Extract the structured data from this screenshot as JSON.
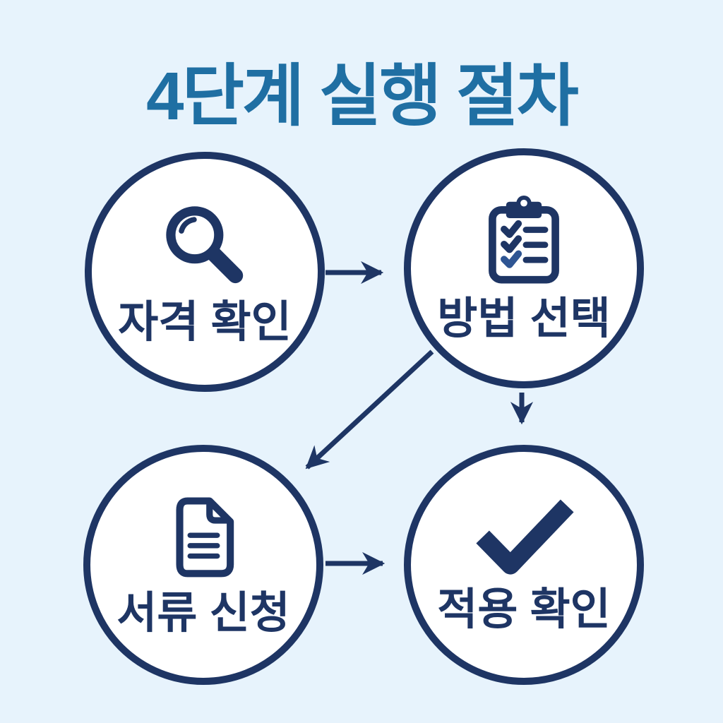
{
  "title": "4단계 실행 절차",
  "steps": [
    {
      "id": 1,
      "label": "자격 확인",
      "icon": "magnifier-icon",
      "position": "top-left"
    },
    {
      "id": 2,
      "label": "방법 선택",
      "icon": "clipboard-checklist-icon",
      "position": "top-right"
    },
    {
      "id": 3,
      "label": "서류 신청",
      "icon": "document-icon",
      "position": "bottom-left"
    },
    {
      "id": 4,
      "label": "적용 확인",
      "icon": "checkmark-icon",
      "position": "bottom-right"
    }
  ],
  "connections": [
    {
      "from": "자격 확인",
      "to": "방법 선택",
      "direction": "right"
    },
    {
      "from": "방법 선택",
      "to": "서류 신청",
      "direction": "diagonal-down-left"
    },
    {
      "from": "방법 선택",
      "to": "적용 확인",
      "direction": "down"
    },
    {
      "from": "서류 신청",
      "to": "적용 확인",
      "direction": "right"
    }
  ],
  "colors": {
    "background": "#E7F3FC",
    "title": "#1F6FA3",
    "navy": "#1E3564",
    "circle_fill": "#FFFFFF"
  }
}
